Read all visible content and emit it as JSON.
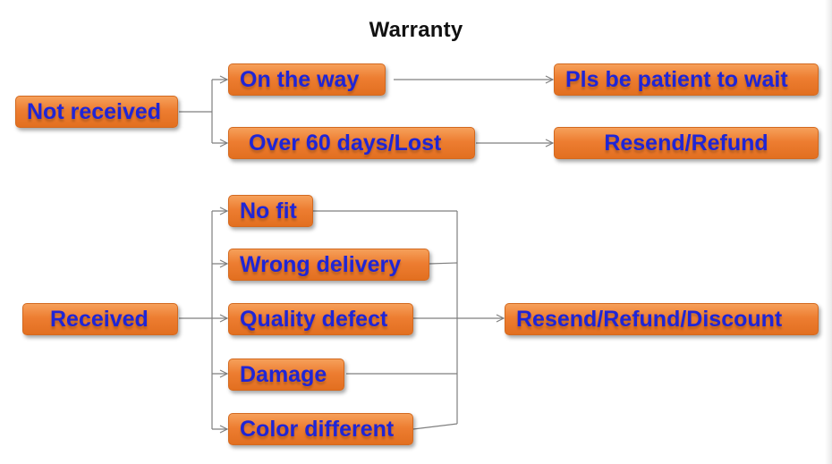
{
  "title": "Warranty",
  "nodes": {
    "not_received": "Not received",
    "on_the_way": "On the way",
    "patient": "Pls be patient to wait",
    "over_60": "Over 60 days/Lost",
    "resend_refund": "Resend/Refund",
    "no_fit": "No fit",
    "wrong_delivery": "Wrong delivery",
    "received": "Received",
    "quality_defect": "Quality defect",
    "damage": "Damage",
    "color_different": "Color different",
    "resend_refund_discount": "Resend/Refund/Discount"
  },
  "colors": {
    "box_fill": "#ED7D31",
    "box_text": "#1F25D6",
    "connector": "#7f7f7f"
  }
}
